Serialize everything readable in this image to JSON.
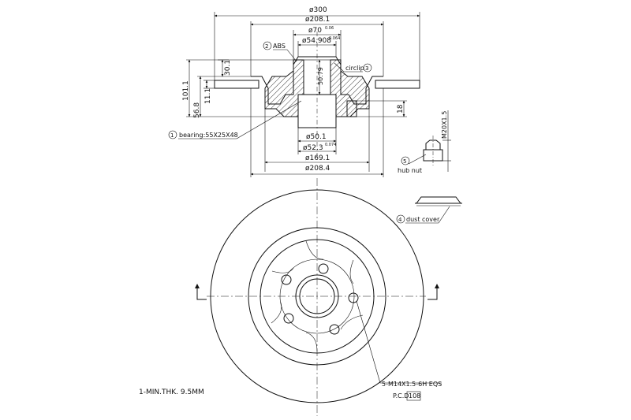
{
  "dimensions": {
    "d300": "ø300",
    "d208_1": "ø208.1",
    "d70": "ø70",
    "d70_tol": "0.06",
    "d54_908": "ø54.908",
    "d54_908_tol": "0.064",
    "h30_1": "30.1",
    "h101_1": "101.1",
    "h56_8": "56.8",
    "h11_1": "11.1",
    "d50_79": "50.79",
    "h18": "18",
    "d50_1": "ø50.1",
    "d52_3": "ø52.3",
    "d52_3_tol": "0.074",
    "d169_1": "ø169.1",
    "d208_4": "ø208.4",
    "m20": "M20X1.5"
  },
  "callouts": {
    "abs": {
      "num": "2",
      "label": "ABS"
    },
    "circlip": {
      "num": "3",
      "label": "circlip"
    },
    "bearing": {
      "num": "1",
      "label": "bearing:55X25X48"
    },
    "hub_nut": {
      "num": "5",
      "label": "hub nut"
    },
    "dust_cover": {
      "num": "4",
      "label": "dust cover"
    }
  },
  "notes": {
    "thread": "5-M14X1.5-6H EQS",
    "pcd_label": "P.C.D",
    "pcd_value": "108",
    "min_thk": "1-MIN.THK. 9.5MM"
  }
}
